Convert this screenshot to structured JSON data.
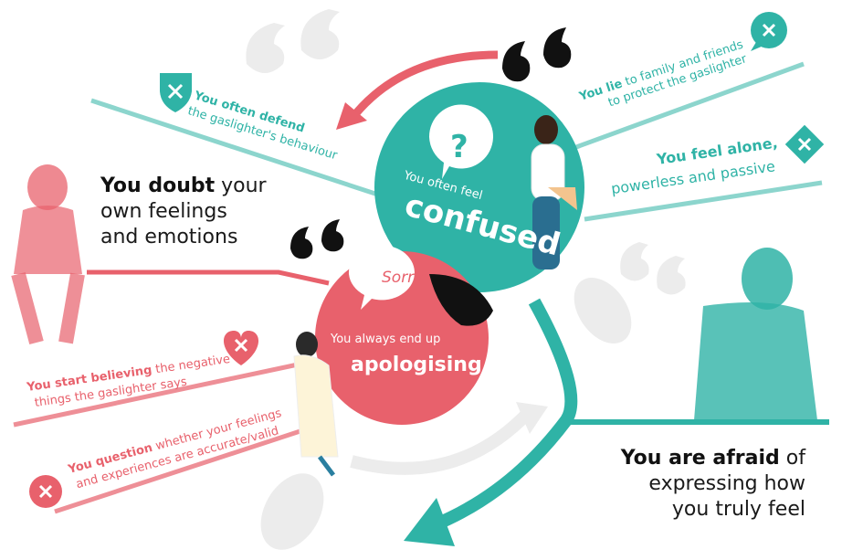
{
  "colors": {
    "teal": "#2fb3a6",
    "coral": "#e8616c",
    "black": "#111111",
    "grey": "#e9e9e9",
    "dark_text": "#1a1a1a"
  },
  "center": {
    "confused_small": "You often feel",
    "confused_big": "confused",
    "question_mark": "?",
    "sorry": "Sorry",
    "apologise_small": "You always end up",
    "apologise_big": "apologising"
  },
  "left": {
    "defend_bold": "You often defend",
    "defend_rest": "the gaslighter's behaviour",
    "doubt_bold": "You doubt",
    "doubt_line1_rest": " your",
    "doubt_line2": "own feelings",
    "doubt_line3": "and emotions",
    "believe_bold": "You start believing",
    "believe_rest1": " the negative",
    "believe_rest2": "things the gaslighter says",
    "question_bold": "You question",
    "question_rest1": " whether your feelings",
    "question_rest2": "and experiences are accurate/valid"
  },
  "right": {
    "lie_bold": "You lie",
    "lie_rest1": " to family and friends",
    "lie_rest2": "to protect the gaslighter",
    "alone_bold": "You feel alone,",
    "alone_rest": "powerless and passive",
    "afraid_bold": "You are afraid",
    "afraid_line1_rest": " of",
    "afraid_line2": "expressing how",
    "afraid_line3": "you truly feel"
  },
  "icons": [
    "shield-x-icon",
    "speech-bubble-x-icon",
    "diamond-x-icon",
    "heart-x-icon",
    "circle-x-icon",
    "quote-marks-icon",
    "person-figure"
  ]
}
